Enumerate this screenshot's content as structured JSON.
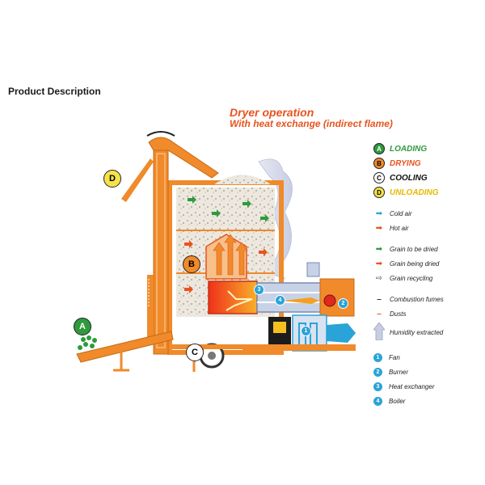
{
  "page_heading": "Product Description",
  "diagram": {
    "title": "Dryer operation",
    "subtitle": "With heat exchange (indirect flame)"
  },
  "colors": {
    "orange": "#f08a2a",
    "green": "#2e9a3c",
    "drying": "#e8531e",
    "unloading": "#e6b800",
    "blue": "#2aa3d8"
  },
  "legend": {
    "stages": [
      {
        "letter": "A",
        "label": "LOADING",
        "color": "#2e9a3c",
        "badge_bg": "#2e9a3c",
        "badge_fg": "#ffffff"
      },
      {
        "letter": "B",
        "label": "DRYING",
        "color": "#e8531e",
        "badge_bg": "#f08a2a",
        "badge_fg": "#222222"
      },
      {
        "letter": "C",
        "label": "COOLING",
        "color": "#111111",
        "badge_bg": "#ffffff",
        "badge_fg": "#111111"
      },
      {
        "letter": "D",
        "label": "UNLOADING",
        "color": "#e6b800",
        "badge_bg": "#f5e24a",
        "badge_fg": "#222222"
      }
    ],
    "air": [
      {
        "icon": "cold-air-arrow-icon",
        "label": "Cold air"
      },
      {
        "icon": "hot-air-arrow-icon",
        "label": "Hot air"
      }
    ],
    "grain": [
      {
        "icon": "grain-to-dry-arrow-icon",
        "label": "Grain to be dried"
      },
      {
        "icon": "grain-drying-arrow-icon",
        "label": "Grain being dried"
      },
      {
        "icon": "grain-recycling-arrow-icon",
        "label": "Grain recycling"
      }
    ],
    "emissions": [
      {
        "icon": "combustion-fumes-icon",
        "label": "Combustion fumes"
      },
      {
        "icon": "dusts-icon",
        "label": "Dusts"
      }
    ],
    "humidity": {
      "icon": "humidity-arrow-icon",
      "label": "Humidity extracted"
    },
    "components": [
      {
        "number": "1",
        "label": "Fan"
      },
      {
        "number": "2",
        "label": "Burner"
      },
      {
        "number": "3",
        "label": "Heat exchanger"
      },
      {
        "number": "4",
        "label": "Boiler"
      }
    ]
  },
  "callouts": {
    "a": "A",
    "b": "B",
    "c": "C",
    "d": "D",
    "n1": "1",
    "n2": "2",
    "n3": "3",
    "n4": "4"
  }
}
